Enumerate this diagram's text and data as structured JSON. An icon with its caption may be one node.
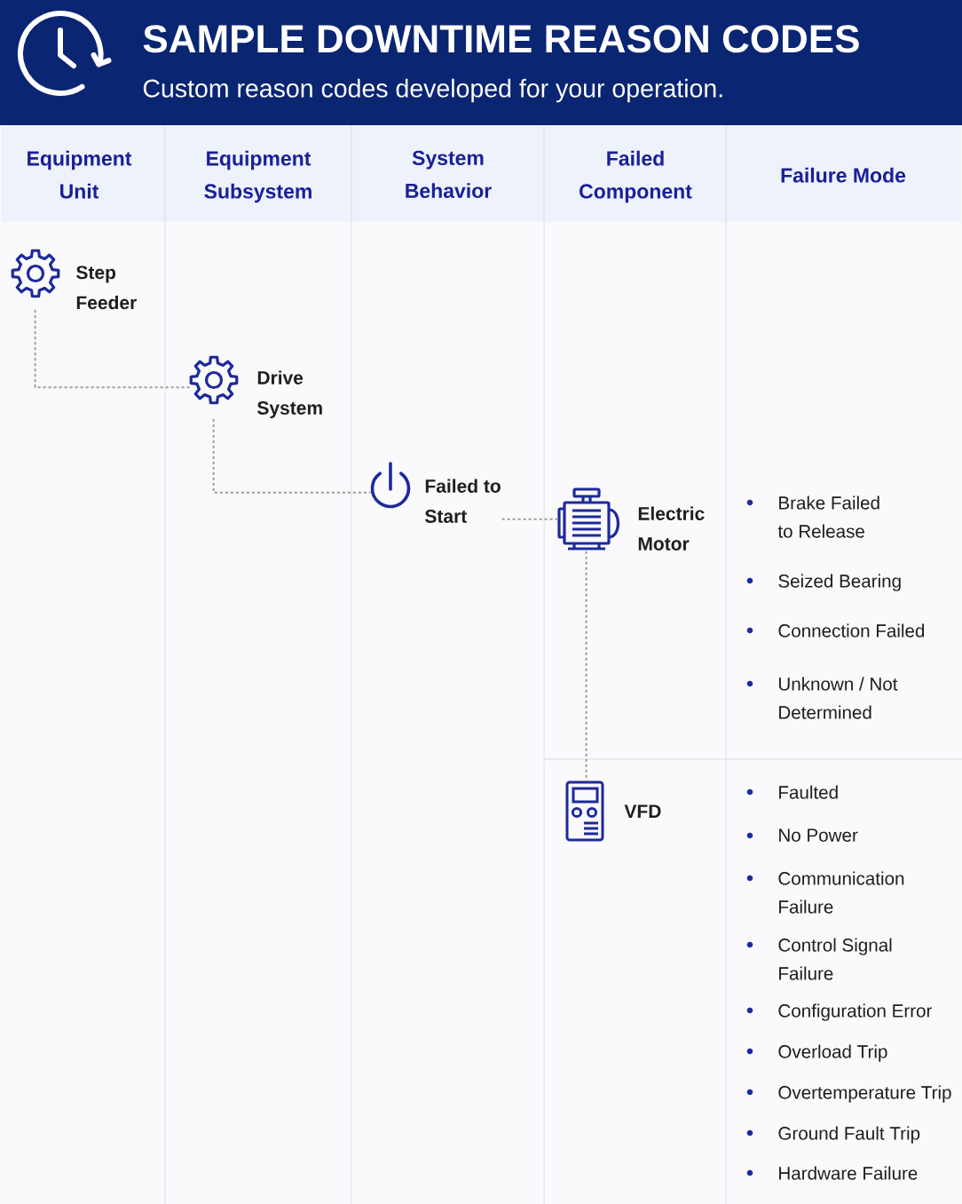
{
  "diagram": {
    "title": "SAMPLE DOWNTIME REASON CODES",
    "nodes": [
      {
        "text": [
          "Step Feeder"
        ]
      },
      {
        "text": [
          "Drive System"
        ]
      },
      {
        "text": [
          "Failed to Start"
        ]
      },
      {
        "text": [
          "Electric Motor"
        ]
      },
      {
        "text": [
          "VFD"
        ]
      }
    ],
    "edges": [
      {
        "from": 0,
        "to": 1,
        "arrow": "none",
        "style": "dashed"
      },
      {
        "from": 1,
        "to": 2,
        "arrow": "none",
        "style": "dashed"
      },
      {
        "from": 2,
        "to": 3,
        "arrow": "none",
        "style": "dashed"
      },
      {
        "from": 3,
        "to": 4,
        "arrow": "none",
        "style": "dashed"
      }
    ],
    "labels": [
      "Custom reason codes developed for your operation.",
      "Equipment Unit",
      "Equipment Subsystem",
      "System Behavior",
      "Failed Component",
      "Failure Mode",
      "Brake Failed to Release",
      "Seized Bearing",
      "Connection Failed",
      "Unknown / Not Determined",
      "Faulted",
      "No Power",
      "Communication Failure",
      "Control Signal Failure",
      "Configuration Error",
      "Overload Trip",
      "Overtemperature Trip",
      "Ground Fault Trip",
      "Hardware Failure"
    ]
  }
}
